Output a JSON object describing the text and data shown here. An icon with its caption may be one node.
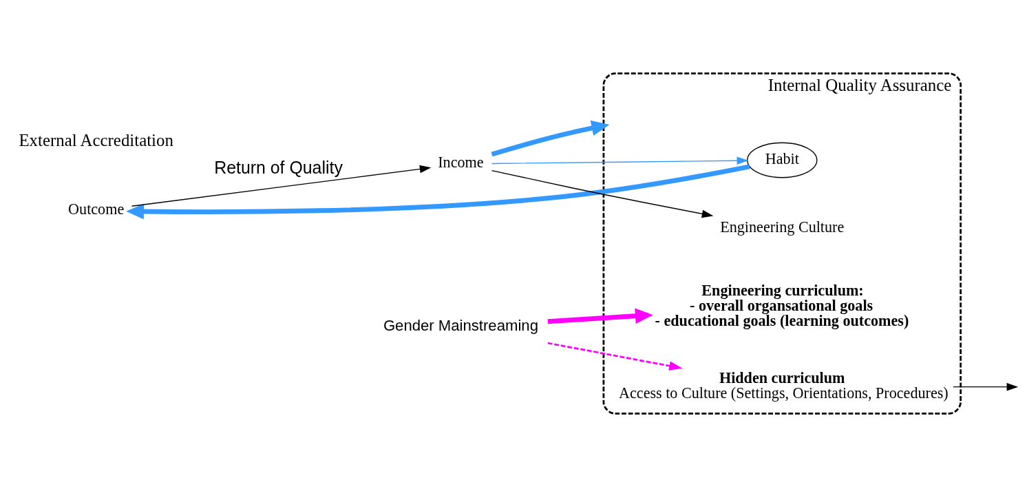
{
  "diagram": {
    "nodes": [
      {
        "text": [
          "Internal Quality Assurance"
        ]
      },
      {
        "text": [
          "Gender Mainstreaming"
        ]
      },
      {
        "text": [
          "Engineering Culture"
        ],
        "in": 0
      },
      {
        "text": [
          "Engineering curriculum:",
          "- overall organsational goals",
          "- educational goals (learning outcomes)"
        ],
        "in": 0
      },
      {
        "text": [
          "Hidden curriculum",
          "Access to Culture (Settings, Orientations, Procedures)"
        ],
        "in": 0
      },
      {
        "text": [
          "Habit"
        ],
        "in": 0
      },
      {
        "text": [
          "Income"
        ]
      },
      {
        "text": [
          "Outcome"
        ]
      }
    ],
    "edges": [
      {
        "from": 1,
        "to": 3,
        "arrow": "to",
        "style": "thick",
        "color": "#ff00ff"
      },
      {
        "from": 1,
        "to": 4,
        "arrow": "to",
        "style": "dashed",
        "color": "#ff00ff"
      },
      {
        "from": 6,
        "to": 0,
        "arrow": "to",
        "style": "thick",
        "color": "#3399ff"
      },
      {
        "from": 6,
        "to": 2,
        "arrow": "to",
        "color": "#000000"
      },
      {
        "from": 6,
        "to": 5,
        "arrow": "to",
        "color": "#3399ff"
      },
      {
        "from": 5,
        "to": 7,
        "arrow": "to",
        "style": "thick",
        "color": "#3399ff"
      },
      {
        "from": 7,
        "to": 6,
        "arrow": "to",
        "label": "Return of Quality",
        "color": "#000000"
      },
      {
        "from": 4,
        "to": null,
        "arrow": "to",
        "color": "#000000"
      }
    ],
    "labels": [
      "External Accreditation"
    ]
  }
}
